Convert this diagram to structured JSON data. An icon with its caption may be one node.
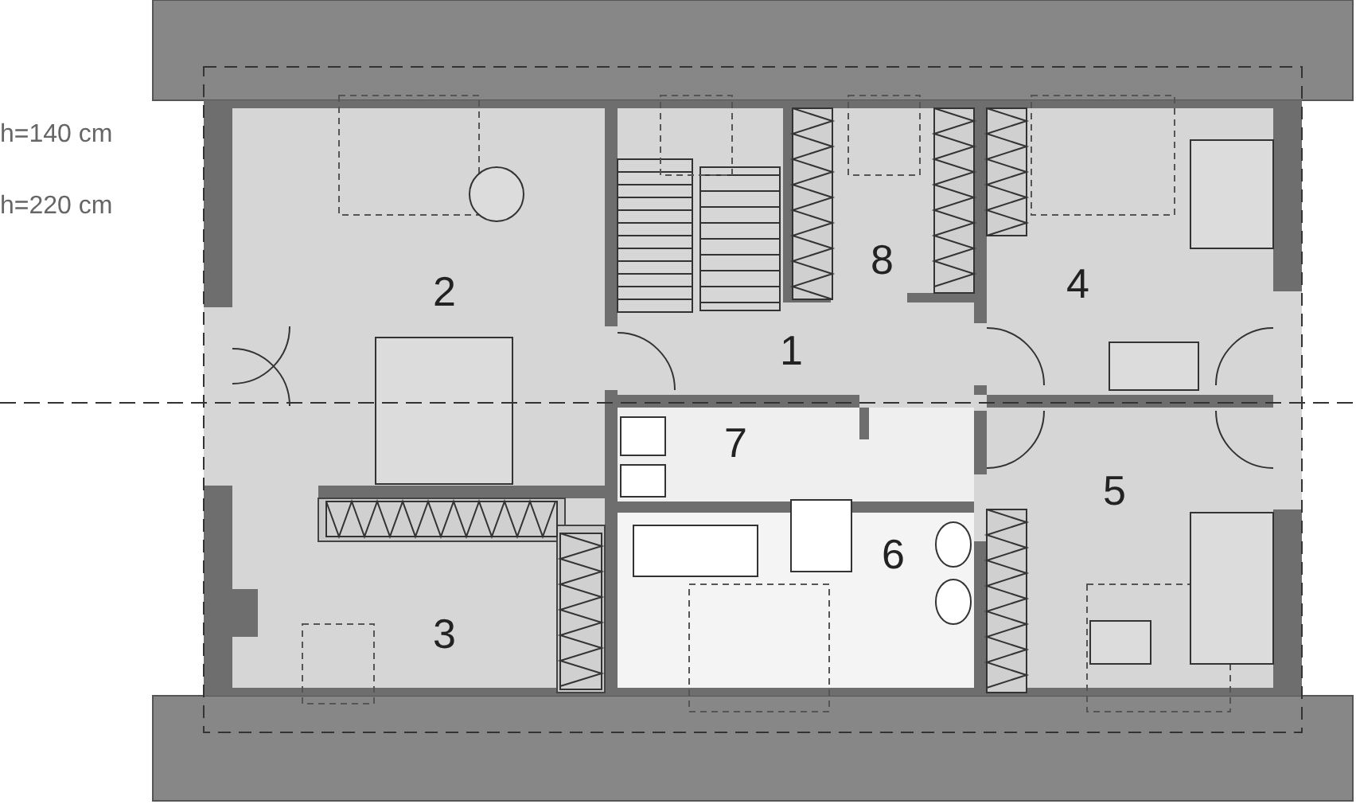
{
  "diagram": {
    "labels": [
      "h=140 cm",
      "h=220 cm",
      "8",
      "4",
      "2",
      "1",
      "7",
      "5",
      "6",
      "3"
    ]
  }
}
